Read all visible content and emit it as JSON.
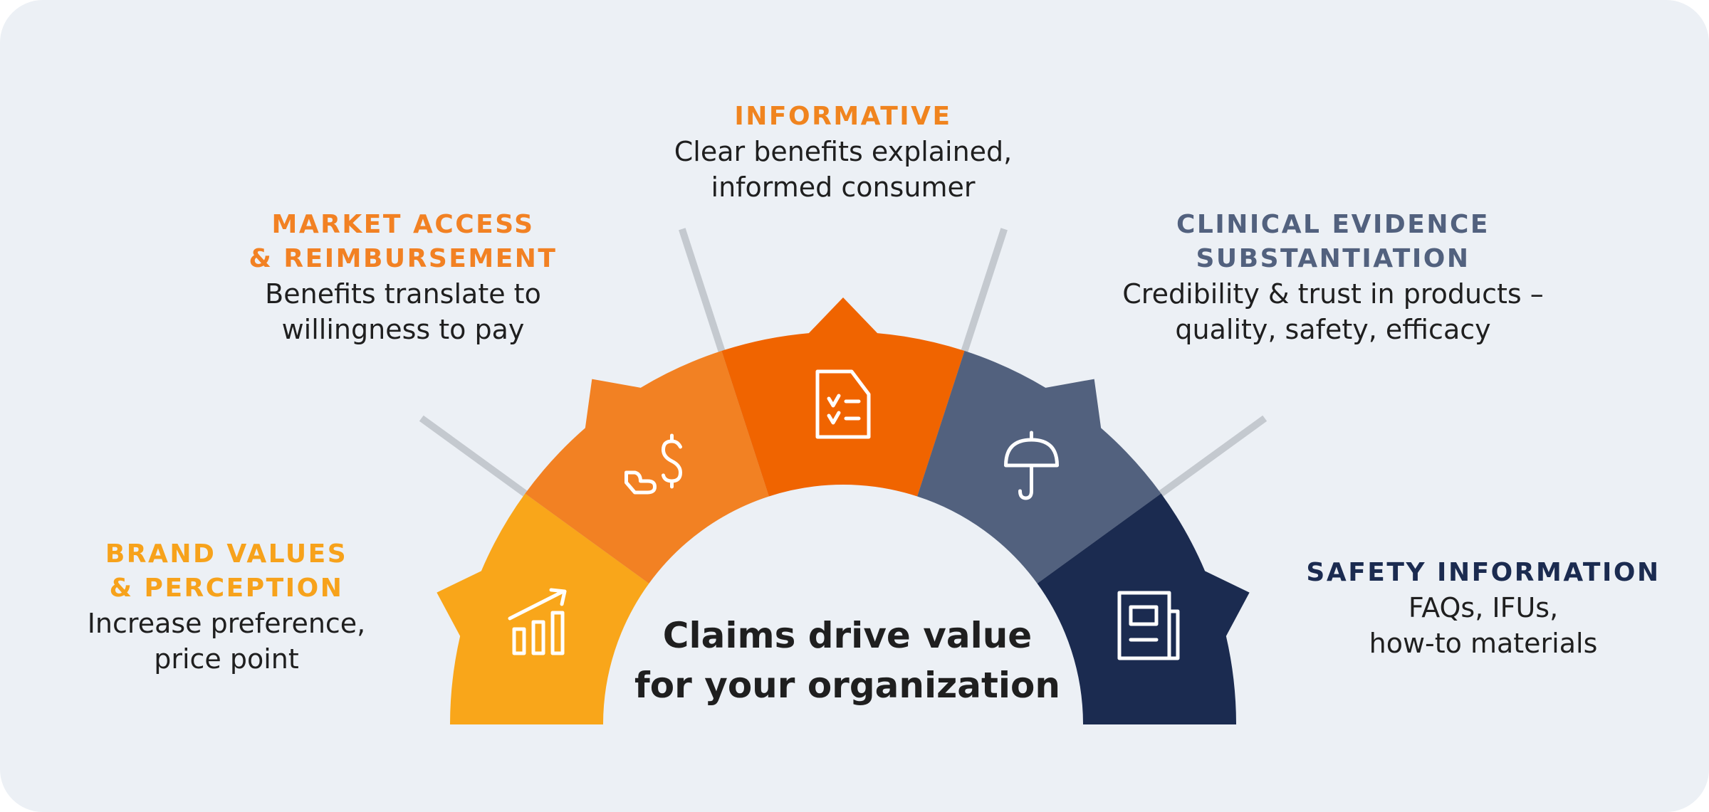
{
  "center": {
    "line1": "Claims drive value",
    "line2": "for your organization"
  },
  "segments": [
    {
      "id": "brand",
      "color": "#F9A61A",
      "heading_color": "#F7A21B",
      "icon": "chart-growth-icon",
      "heading": [
        "BRAND VALUES",
        "& PERCEPTION"
      ],
      "body": [
        "Increase preference,",
        "price point"
      ]
    },
    {
      "id": "market",
      "color": "#F28123",
      "heading_color": "#F28123",
      "icon": "hand-dollar-icon",
      "heading": [
        "MARKET ACCESS",
        "& REIMBURSEMENT"
      ],
      "body": [
        "Benefits translate to",
        "willingness to pay"
      ]
    },
    {
      "id": "informative",
      "color": "#F06400",
      "heading_color": "#F0841F",
      "icon": "checklist-document-icon",
      "heading": [
        "INFORMATIVE"
      ],
      "body": [
        "Clear benefits explained,",
        "informed consumer"
      ]
    },
    {
      "id": "clinical",
      "color": "#52617E",
      "heading_color": "#52617E",
      "icon": "umbrella-icon",
      "heading": [
        "CLINICAL EVIDENCE",
        "SUBSTANTIATION"
      ],
      "body": [
        "Credibility & trust in products –",
        "quality, safety, efficacy"
      ]
    },
    {
      "id": "safety",
      "color": "#1B2B50",
      "heading_color": "#1B2B50",
      "icon": "newspaper-icon",
      "heading": [
        "SAFETY INFORMATION"
      ],
      "body": [
        "FAQs, IFUs,",
        "how-to materials"
      ]
    }
  ],
  "background": "#ECF0F5"
}
